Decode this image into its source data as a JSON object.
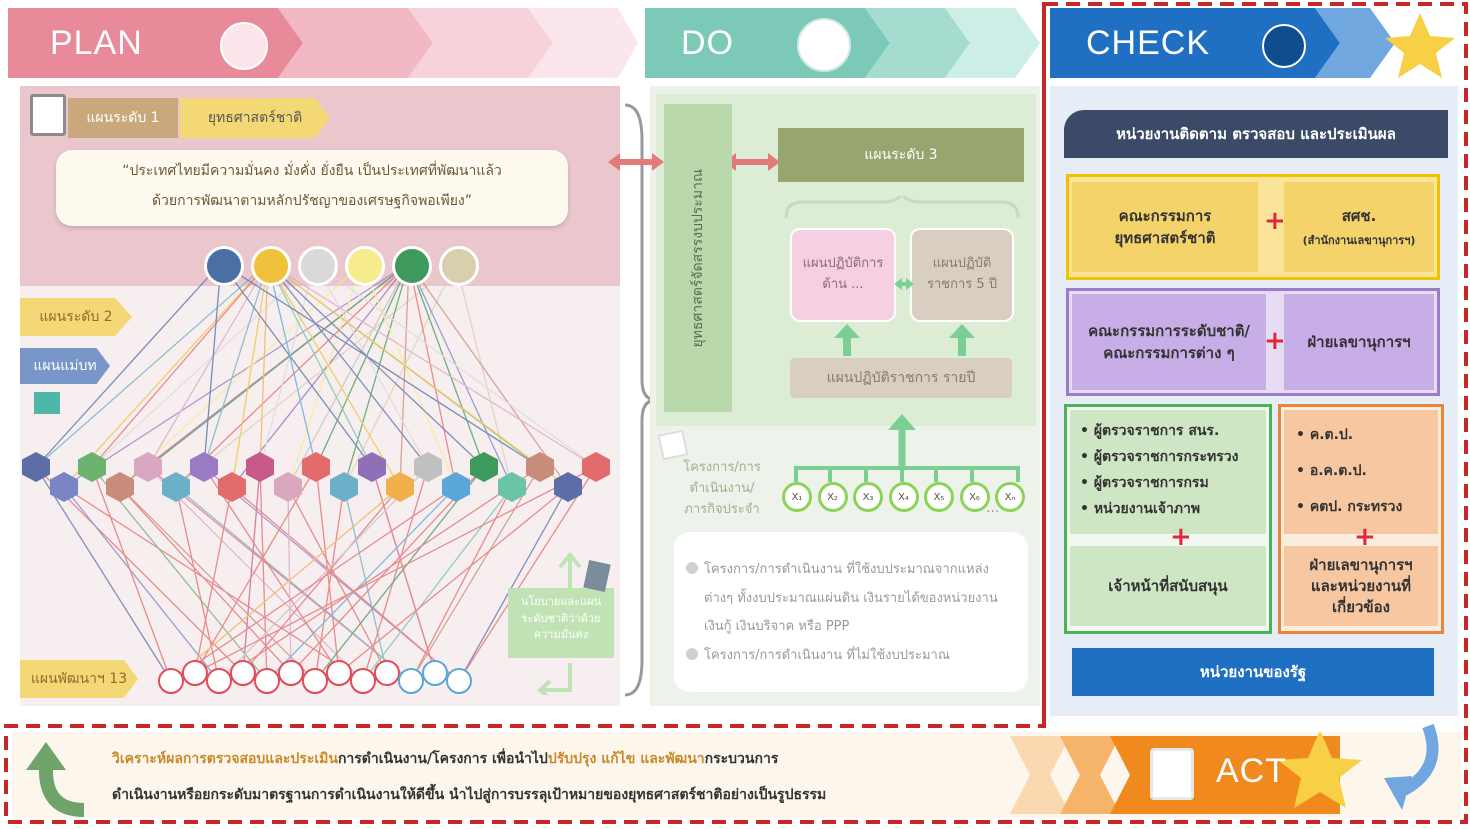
{
  "headers": {
    "plan": "PLAN",
    "do": "DO",
    "check": "CHECK",
    "act": "ACT"
  },
  "plan": {
    "level1_tag": "แผนระดับ 1",
    "level1_name": "ยุทธศาสตร์ชาติ",
    "vision_line1": "“ประเทศไทยมีความมั่นคง มั่งคั่ง ยั่งยืน เป็นประเทศที่พัฒนาแล้ว",
    "vision_line2": "ด้วยการพัฒนาตามหลักปรัชญาของเศรษฐกิจพอเพียง”",
    "level2_tag": "แผนระดับ 2",
    "masterplan_tag": "แผนแม่บท",
    "policy_box": "นโยบายและแผนระดับชาติว่าด้วยความมั่นคง",
    "devplan_tag": "แผนพัฒนาฯ 13",
    "goal_colors": [
      "#4a6fa5",
      "#f0c23b",
      "#d9d9d9",
      "#f6ec8c",
      "#3e9a5c",
      "#d8cfae"
    ],
    "hex_colors": [
      "#5b6ea8",
      "#7a86c4",
      "#6bb36f",
      "#c88d7a",
      "#d9a8c0",
      "#6bb0c8",
      "#9a7ac4",
      "#e26b6b",
      "#c85a8a",
      "#d9a8c0",
      "#e26b6b",
      "#6bb0c8",
      "#8e6fb8",
      "#f0b04b",
      "#c0c0c0",
      "#5ba7d9",
      "#3e9a5c",
      "#6bc4a8",
      "#c88d7a",
      "#5b6ea8",
      "#e26b6b"
    ]
  },
  "do": {
    "budget_strategy": "ยุทธศาสตร์จัดสรรงบประมาณ",
    "level3": "แผนระดับ 3",
    "action_plan_area": "แผนปฏิบัติการด้าน ...",
    "gov_plan_5y": "แผนปฏิบัติราชการ 5 ปี",
    "annual_plan": "แผนปฏิบัติราชการ รายปี",
    "projects_label": "โครงการ/การดำเนินงาน/ภารกิจประจำ",
    "x_nodes": [
      "X₁",
      "X₂",
      "X₃",
      "X₄",
      "X₅",
      "X₆",
      "Xₙ"
    ],
    "ellipsis": "...",
    "note1": "โครงการ/การดำเนินงาน ที่ใช้งบประมาณจากแหล่งต่างๆ ทั้งงบประมาณแผ่นดิน เงินรายได้ของหน่วยงาน เงินกู้ เงินบริจาค หรือ PPP",
    "note2": "โครงการ/การดำเนินงาน ที่ไม่ใช้งบประมาณ"
  },
  "check": {
    "title": "หน่วยงานติดตาม ตรวจสอบ และประเมินผล",
    "committee": "คณะกรรมการยุทธศาสตร์ชาติ",
    "nesdc": "สศช.",
    "nesdc_full": "(สำนักงานเลขานุการฯ)",
    "national_committees": "คณะกรรมการระดับชาติ/ คณะกรรมการต่าง ๆ",
    "secretariat": "ฝ่ายเลขานุการฯ",
    "inspectors": [
      "ผู้ตรวจราชการ สนร.",
      "ผู้ตรวจราชการกระทรวง",
      "ผู้ตรวจราชการกรม",
      "หน่วยงานเจ้าภาพ"
    ],
    "support_staff": "เจ้าหน้าที่สนับสนุน",
    "committees_right": [
      "ค.ต.ป.",
      "อ.ค.ต.ป.",
      "คตป. กระทรวง"
    ],
    "secretariat_related": "ฝ่ายเลขานุการฯ และหน่วยงานที่เกี่ยวข้อง",
    "gov_agencies": "หน่วยงานของรัฐ"
  },
  "act": {
    "line1_a": "วิเคราะห์ผลการตรวจสอบและประเมิน",
    "line1_b": "การดำเนินงาน/โครงการ เพื่อนำไป",
    "line1_c": "ปรับปรุง แก้ไข และพัฒนา",
    "line1_d": "กระบวนการ",
    "line2": "ดำเนินงานหรือยกระดับมาตรฐานการดำเนินงานให้ดีขึ้น นำไปสู่การบรรลุเป้าหมายของยุทธศาสตร์ชาติอย่างเป็นรูปธรรม"
  }
}
